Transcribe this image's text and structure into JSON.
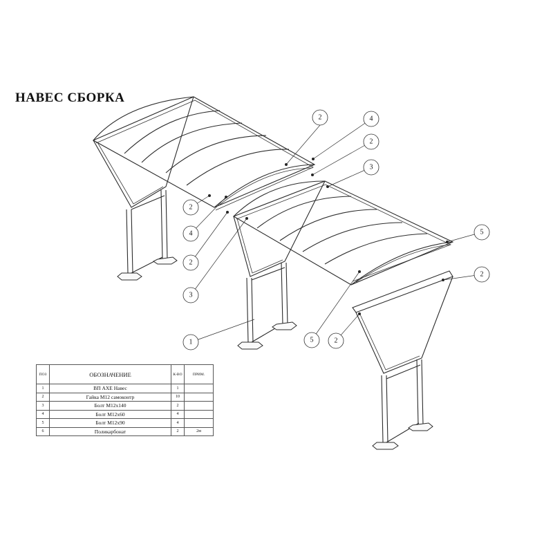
{
  "title": "НАВЕС СБОРКА",
  "table": {
    "headers": {
      "pos": "ПОЗ",
      "designation": "ОБОЗНАЧЕНИЕ",
      "qty": "К-ВО",
      "note": "ПРИМ."
    },
    "rows": [
      {
        "pos": "1",
        "designation": "ВП АХЕ Навес",
        "qty": "1",
        "note": ""
      },
      {
        "pos": "2",
        "designation": "Гайка М12 самоконтр",
        "qty": "10",
        "note": ""
      },
      {
        "pos": "3",
        "designation": "Болт М12х140",
        "qty": "2",
        "note": ""
      },
      {
        "pos": "4",
        "designation": "Болт М12х60",
        "qty": "4",
        "note": ""
      },
      {
        "pos": "5",
        "designation": "Болт М12х90",
        "qty": "4",
        "note": ""
      },
      {
        "pos": "6",
        "designation": "Поликарбонат",
        "qty": "2",
        "note": "2м"
      }
    ]
  },
  "callouts": [
    "2",
    "4",
    "2",
    "3",
    "5",
    "2",
    "2",
    "5",
    "3",
    "2",
    "4",
    "2",
    "1"
  ]
}
